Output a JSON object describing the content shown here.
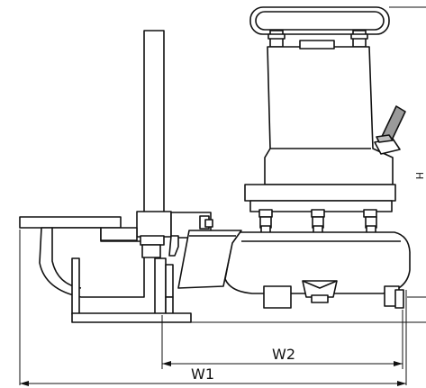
{
  "drawing": {
    "dimension_labels": {
      "w1": "W1",
      "w2": "W2",
      "height_partial": "H"
    },
    "colors": {
      "line": "#111111",
      "fill": "#ffffff",
      "shade": "#d9d9d9",
      "dark": "#7a7a7a"
    }
  }
}
